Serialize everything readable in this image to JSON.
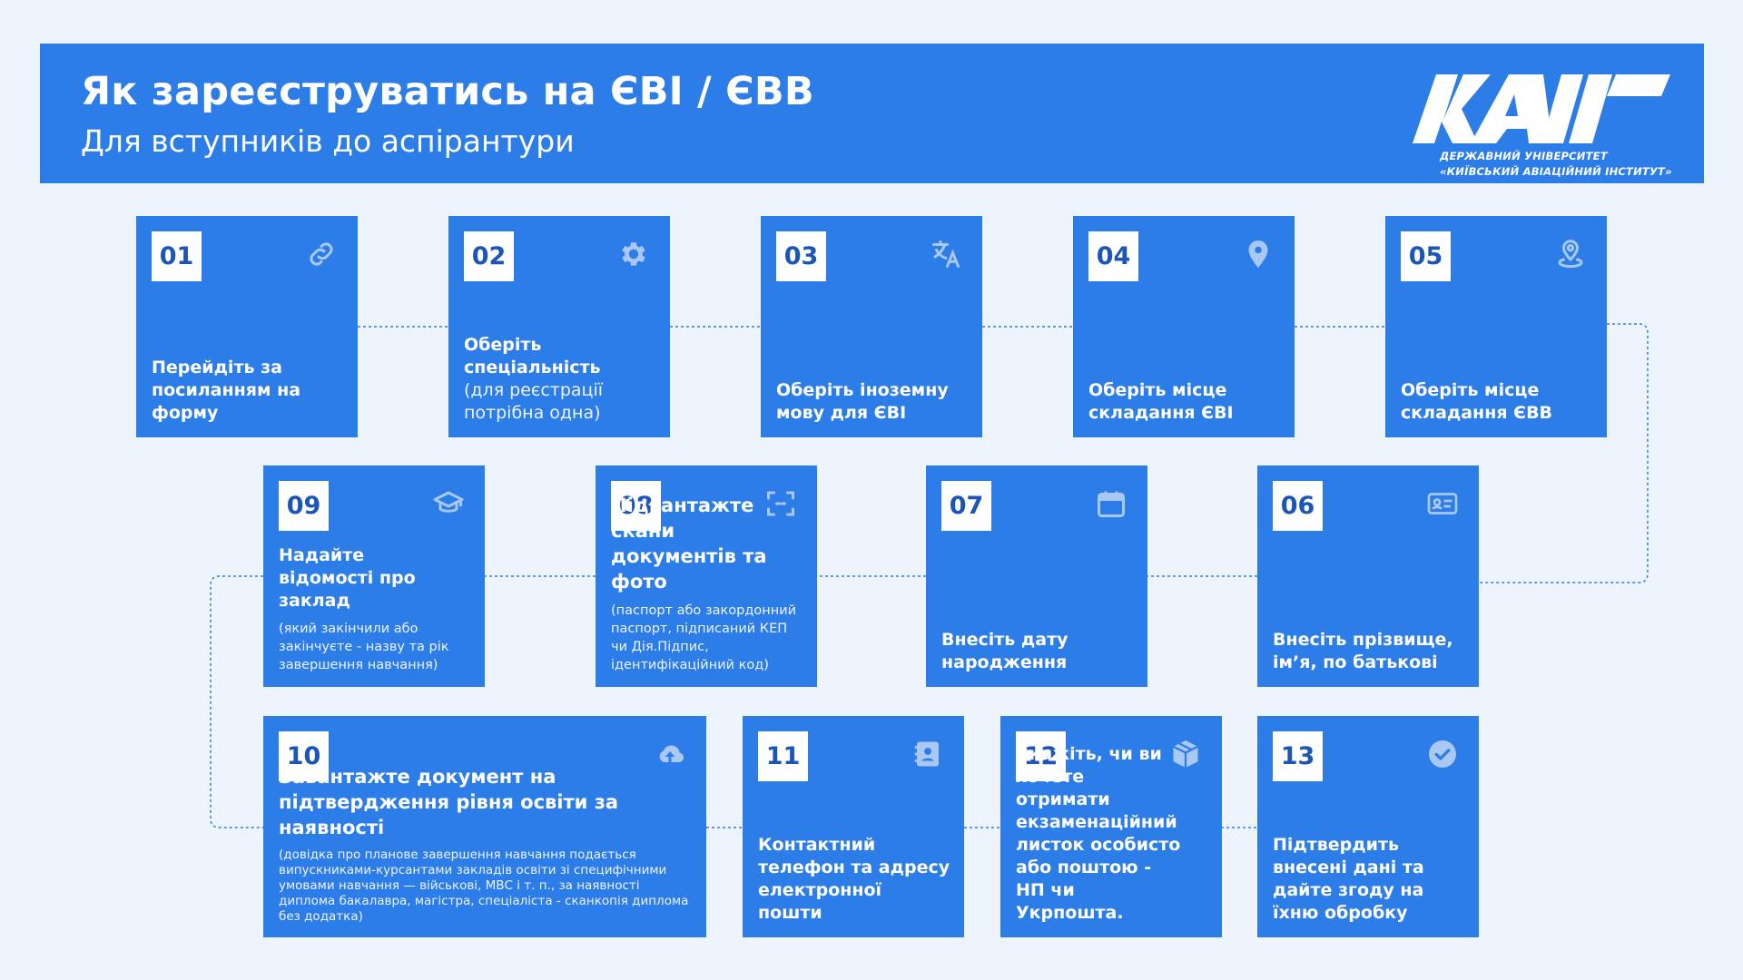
{
  "header": {
    "title": "Як зареєструватись на ЄВІ / ЄВВ",
    "subtitle": "Для вступників до аспірантури",
    "logo": {
      "mark": "KAI",
      "line1": "ДЕРЖАВНИЙ УНІВЕРСИТЕТ",
      "line2": "«КИЇВСЬКИЙ АВІАЦІЙНИЙ ІНСТИТУТ»"
    }
  },
  "steps": [
    {
      "num": "01",
      "icon": "link-icon",
      "title": "Перейдіть за посиланням на форму",
      "desc": ""
    },
    {
      "num": "02",
      "icon": "gear-icon",
      "title": "Оберіть спеціальність",
      "desc": "(для реєстрації потрібна одна)"
    },
    {
      "num": "03",
      "icon": "translate-icon",
      "title": "Оберіть іноземну мову для ЄВІ",
      "desc": ""
    },
    {
      "num": "04",
      "icon": "map-pin-icon",
      "title": "Оберіть місце складання ЄВІ",
      "desc": ""
    },
    {
      "num": "05",
      "icon": "location-icon",
      "title": "Оберіть місце складання ЄВВ",
      "desc": ""
    },
    {
      "num": "06",
      "icon": "id-card-icon",
      "title": "Внесіть прізвище, ім’я, по батькові",
      "desc": ""
    },
    {
      "num": "07",
      "icon": "calendar-icon",
      "title": "Внесіть дату народження",
      "desc": ""
    },
    {
      "num": "08",
      "icon": "scan-icon",
      "title": "Підвантажте скани документів та фото",
      "desc": "(паспорт або закордонний паспорт, підписаний КЕП чи Дія.Підпис, ідентифікаційний код)"
    },
    {
      "num": "09",
      "icon": "graduation-cap-icon",
      "title": "Надайте відомості про заклад",
      "desc": "(який закінчили або закінчуєте - назву та рік завершення навчання)"
    },
    {
      "num": "10",
      "icon": "cloud-upload-icon",
      "title": "Завантажте документ на підтвердження рівня освіти за наявності",
      "desc": "(довідка про планове завершення навчання подається випускниками-курсантами закладів освіти зі специфічними умовами навчання — військові, МВС і т. п., за наявності диплома бакалавра, магістра, спеціаліста - сканкопія диплома без додатка)"
    },
    {
      "num": "11",
      "icon": "contact-book-icon",
      "title": "Контактний телефон та адресу електронної пошти",
      "desc": ""
    },
    {
      "num": "12",
      "icon": "package-icon",
      "title": "Вкажіть, чи ви хочете отримати екзаменаційний листок особисто або поштою - НП чи Укрпошта.",
      "desc": ""
    },
    {
      "num": "13",
      "icon": "check-circle-icon",
      "title": "Підтвердить внесені дані та дайте згоду на їхню обробку",
      "desc": ""
    }
  ],
  "colors": {
    "background": "#eef4fd",
    "card": "#2d7de8",
    "number": "#1c55b8",
    "connector": "#2d7de8"
  }
}
